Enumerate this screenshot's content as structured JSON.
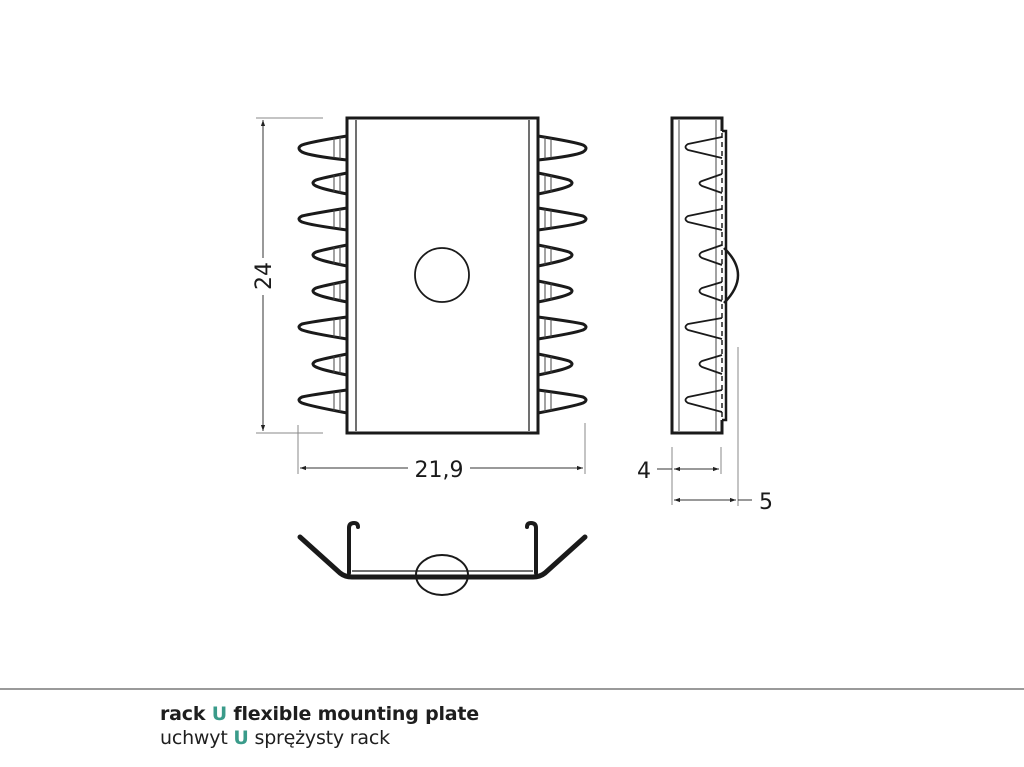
{
  "drawing": {
    "front_view": {
      "height_dimension": "24",
      "width_dimension": "21,9",
      "teeth_per_side": 8,
      "center_hole": true
    },
    "side_view": {
      "thickness_dimension": "4",
      "overall_depth_dimension": "5"
    },
    "bottom_view": {
      "profile": "U-channel with flared arms"
    },
    "line_color": "#1a1a1a",
    "dimension_line_color": "#333333"
  },
  "caption": {
    "line1": {
      "prefix": "rack",
      "accent": "U",
      "suffix": "flexible mounting plate"
    },
    "line2": {
      "prefix": "uchwyt",
      "accent": "U",
      "suffix": "sprężysty rack"
    },
    "accent_color": "#3a9b8a"
  }
}
